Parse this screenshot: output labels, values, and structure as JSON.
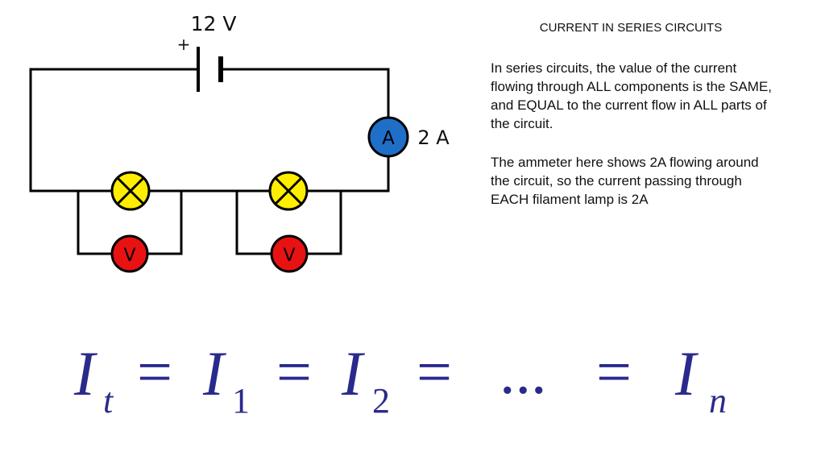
{
  "slide": {
    "title": "CURRENT IN SERIES CIRCUITS",
    "paragraph1": "In series circuits, the value of the current flowing through ALL components is the SAME, and EQUAL to the current flow in ALL parts of the circuit.",
    "paragraph2": "The ammeter here shows 2A flowing around the circuit, so the current passing through EACH filament lamp is 2A"
  },
  "circuit": {
    "battery_voltage": "12 V",
    "battery_polarity": "+",
    "ammeter_symbol": "A",
    "ammeter_reading": "2 A",
    "voltmeter_symbol": "V",
    "colors": {
      "wire": "#000000",
      "ammeter": "#1f6fc8",
      "voltmeter": "#e81212",
      "lamp": "#ffee00"
    }
  },
  "formula": {
    "t1": "I",
    "s1": "t",
    "eq1": "=",
    "t2": "I",
    "s2": "1",
    "eq2": "=",
    "t3": "I",
    "s3": "2",
    "eq3": "=",
    "dots": "...",
    "eq4": "=",
    "t4": "I",
    "s4": "n",
    "color": "#2a2a8c"
  }
}
